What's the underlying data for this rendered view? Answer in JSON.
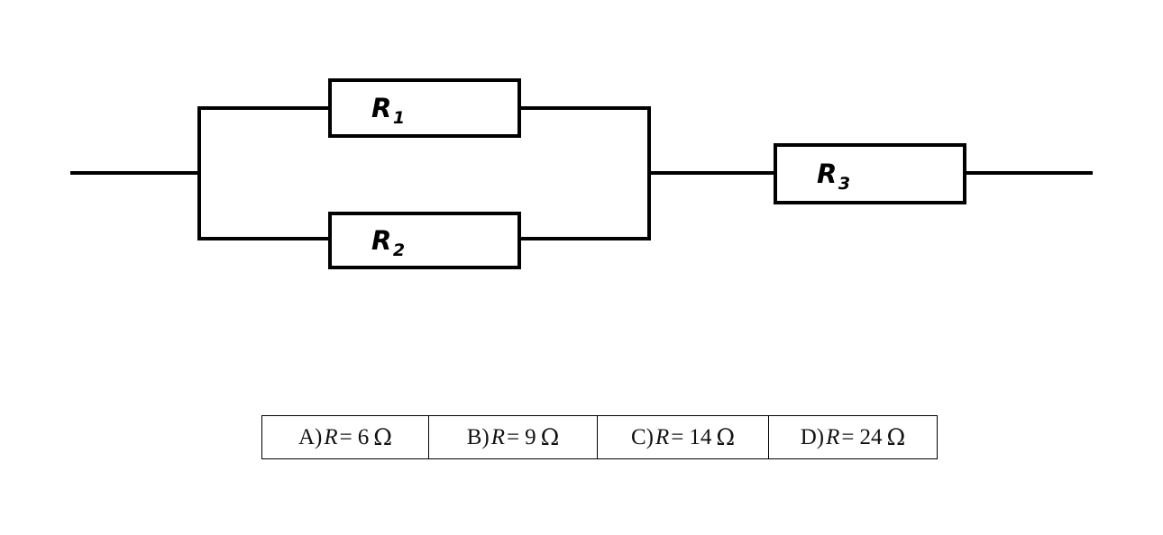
{
  "figure": {
    "type": "circuit-diagram",
    "description": "Two resistors in parallel connected in series with a third resistor",
    "background_color": "#ffffff",
    "line_color": "#000000"
  },
  "circuit": {
    "resistors": [
      {
        "id": "R1",
        "symbol": "R",
        "subscript": "1",
        "position": "top parallel branch"
      },
      {
        "id": "R2",
        "symbol": "R",
        "subscript": "2",
        "position": "bottom parallel branch"
      },
      {
        "id": "R3",
        "symbol": "R",
        "subscript": "3",
        "position": "series, right of parallel block"
      }
    ]
  },
  "answers": {
    "options": [
      {
        "letter": "A)",
        "var": "R",
        "equals": "=",
        "value": "6",
        "unit": "Ω"
      },
      {
        "letter": "B)",
        "var": "R",
        "equals": "=",
        "value": "9",
        "unit": "Ω"
      },
      {
        "letter": "C)",
        "var": "R",
        "equals": "=",
        "value": "14",
        "unit": "Ω"
      },
      {
        "letter": "D)",
        "var": "R",
        "equals": "=",
        "value": "24",
        "unit": "Ω"
      }
    ]
  }
}
